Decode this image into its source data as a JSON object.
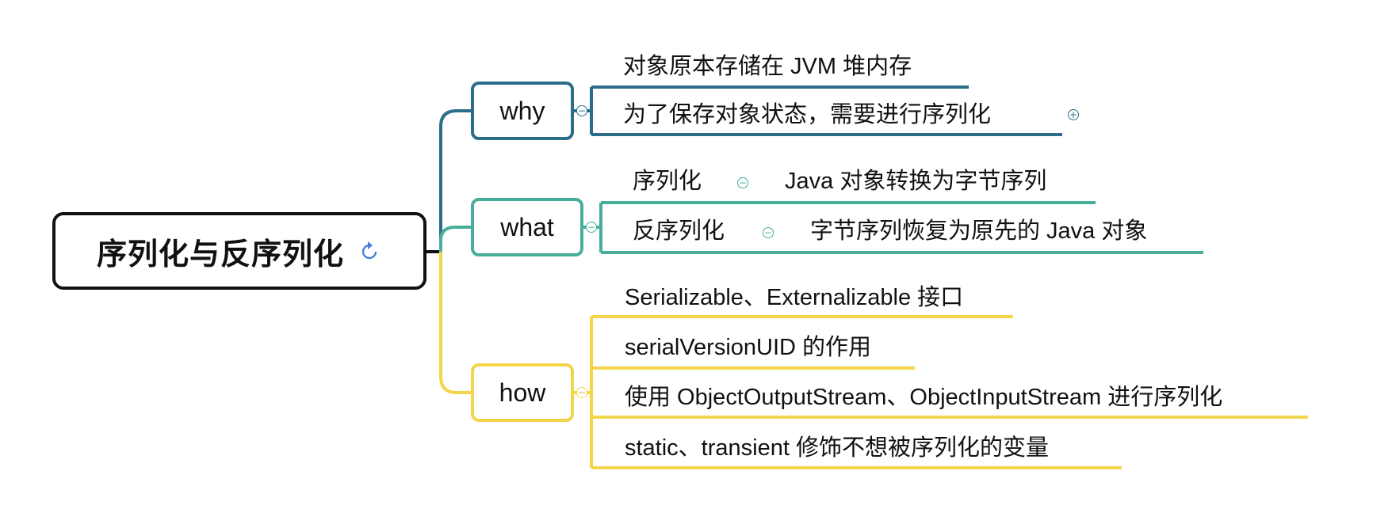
{
  "root": {
    "label": "序列化与反序列化"
  },
  "branches": {
    "why": {
      "label": "why",
      "items": [
        "对象原本存储在 JVM 堆内存",
        "为了保存对象状态，需要进行序列化"
      ]
    },
    "what": {
      "label": "what",
      "items": [
        {
          "label": "序列化",
          "detail": "Java 对象转换为字节序列"
        },
        {
          "label": "反序列化",
          "detail": "字节序列恢复为原先的 Java 对象"
        }
      ]
    },
    "how": {
      "label": "how",
      "items": [
        "Serializable、Externalizable 接口",
        "serialVersionUID 的作用",
        "使用 ObjectOutputStream、ObjectInputStream 进行序列化",
        "static、transient 修饰不想被序列化的变量"
      ]
    }
  },
  "colors": {
    "root": "#111111",
    "why": "#2c6e8a",
    "what": "#47ae9c",
    "how": "#f2d54a",
    "refresh_icon": "#4a7fd8"
  },
  "icons": {
    "root": "refresh-icon",
    "collapse": "collapse-icon",
    "expand": "expand-icon"
  }
}
